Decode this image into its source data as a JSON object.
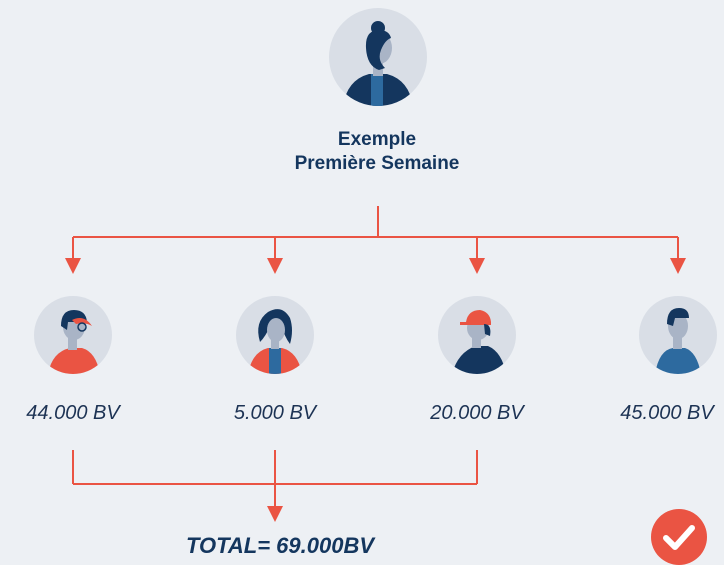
{
  "title": {
    "line1": "Exemple",
    "line2": "Première Semaine"
  },
  "root": {
    "icon": "person-woman-bun-icon"
  },
  "members": [
    {
      "bv": "44.000 BV",
      "icon": "person-red-shirt-glasses-icon",
      "counted": true
    },
    {
      "bv": "5.000 BV",
      "icon": "person-woman-red-jacket-icon",
      "counted": true
    },
    {
      "bv": "20.000 BV",
      "icon": "person-red-cap-icon",
      "counted": true
    },
    {
      "bv": "45.000 BV",
      "icon": "person-blue-shirt-icon",
      "counted": false
    }
  ],
  "total": "TOTAL= 69.000BV",
  "status_icon": "check-circle-icon",
  "colors": {
    "background": "#edf0f4",
    "accent": "#ea5443",
    "navy": "#14365e",
    "avatar_bg": "#d9dee6"
  }
}
